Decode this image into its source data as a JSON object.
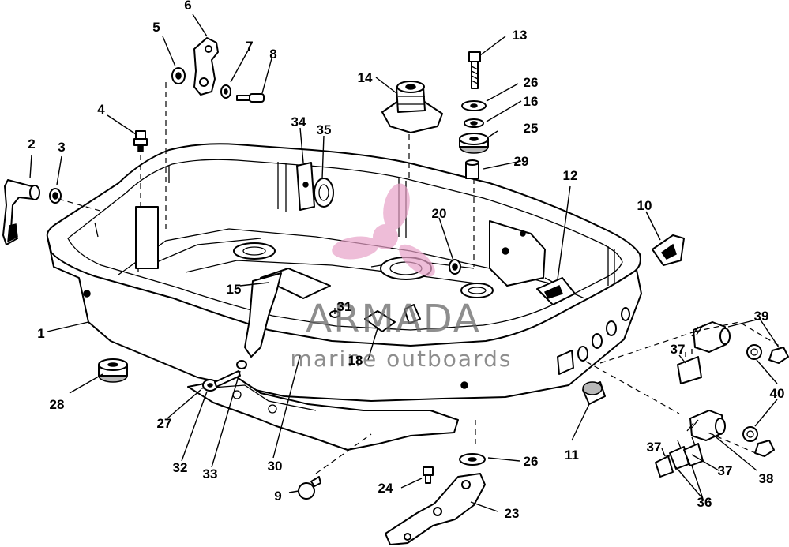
{
  "labels": [
    {
      "id": "1",
      "text": "1"
    },
    {
      "id": "2",
      "text": "2"
    },
    {
      "id": "3",
      "text": "3"
    },
    {
      "id": "4",
      "text": "4"
    },
    {
      "id": "5",
      "text": "5"
    },
    {
      "id": "6",
      "text": "6"
    },
    {
      "id": "7",
      "text": "7"
    },
    {
      "id": "8",
      "text": "8"
    },
    {
      "id": "9",
      "text": "9"
    },
    {
      "id": "10",
      "text": "10"
    },
    {
      "id": "11",
      "text": "11"
    },
    {
      "id": "12",
      "text": "12"
    },
    {
      "id": "13",
      "text": "13"
    },
    {
      "id": "14",
      "text": "14"
    },
    {
      "id": "15",
      "text": "15"
    },
    {
      "id": "16",
      "text": "16"
    },
    {
      "id": "18",
      "text": "18"
    },
    {
      "id": "20",
      "text": "20"
    },
    {
      "id": "23",
      "text": "23"
    },
    {
      "id": "24",
      "text": "24"
    },
    {
      "id": "25",
      "text": "25"
    },
    {
      "id": "26a",
      "text": "26"
    },
    {
      "id": "26b",
      "text": "26"
    },
    {
      "id": "27",
      "text": "27"
    },
    {
      "id": "28",
      "text": "28"
    },
    {
      "id": "29",
      "text": "29"
    },
    {
      "id": "30",
      "text": "30"
    },
    {
      "id": "31",
      "text": "31"
    },
    {
      "id": "32",
      "text": "32"
    },
    {
      "id": "33",
      "text": "33"
    },
    {
      "id": "34",
      "text": "34"
    },
    {
      "id": "35",
      "text": "35"
    },
    {
      "id": "36",
      "text": "36"
    },
    {
      "id": "37a",
      "text": "37"
    },
    {
      "id": "37b",
      "text": "37"
    },
    {
      "id": "37c",
      "text": "37"
    },
    {
      "id": "38",
      "text": "38"
    },
    {
      "id": "39",
      "text": "39"
    },
    {
      "id": "40",
      "text": "40"
    }
  ],
  "watermark": {
    "brand": "ARMADA",
    "tagline": "marine outboards",
    "color": "#e8a2c8"
  },
  "colors": {
    "line": "#000000",
    "background": "#ffffff"
  }
}
